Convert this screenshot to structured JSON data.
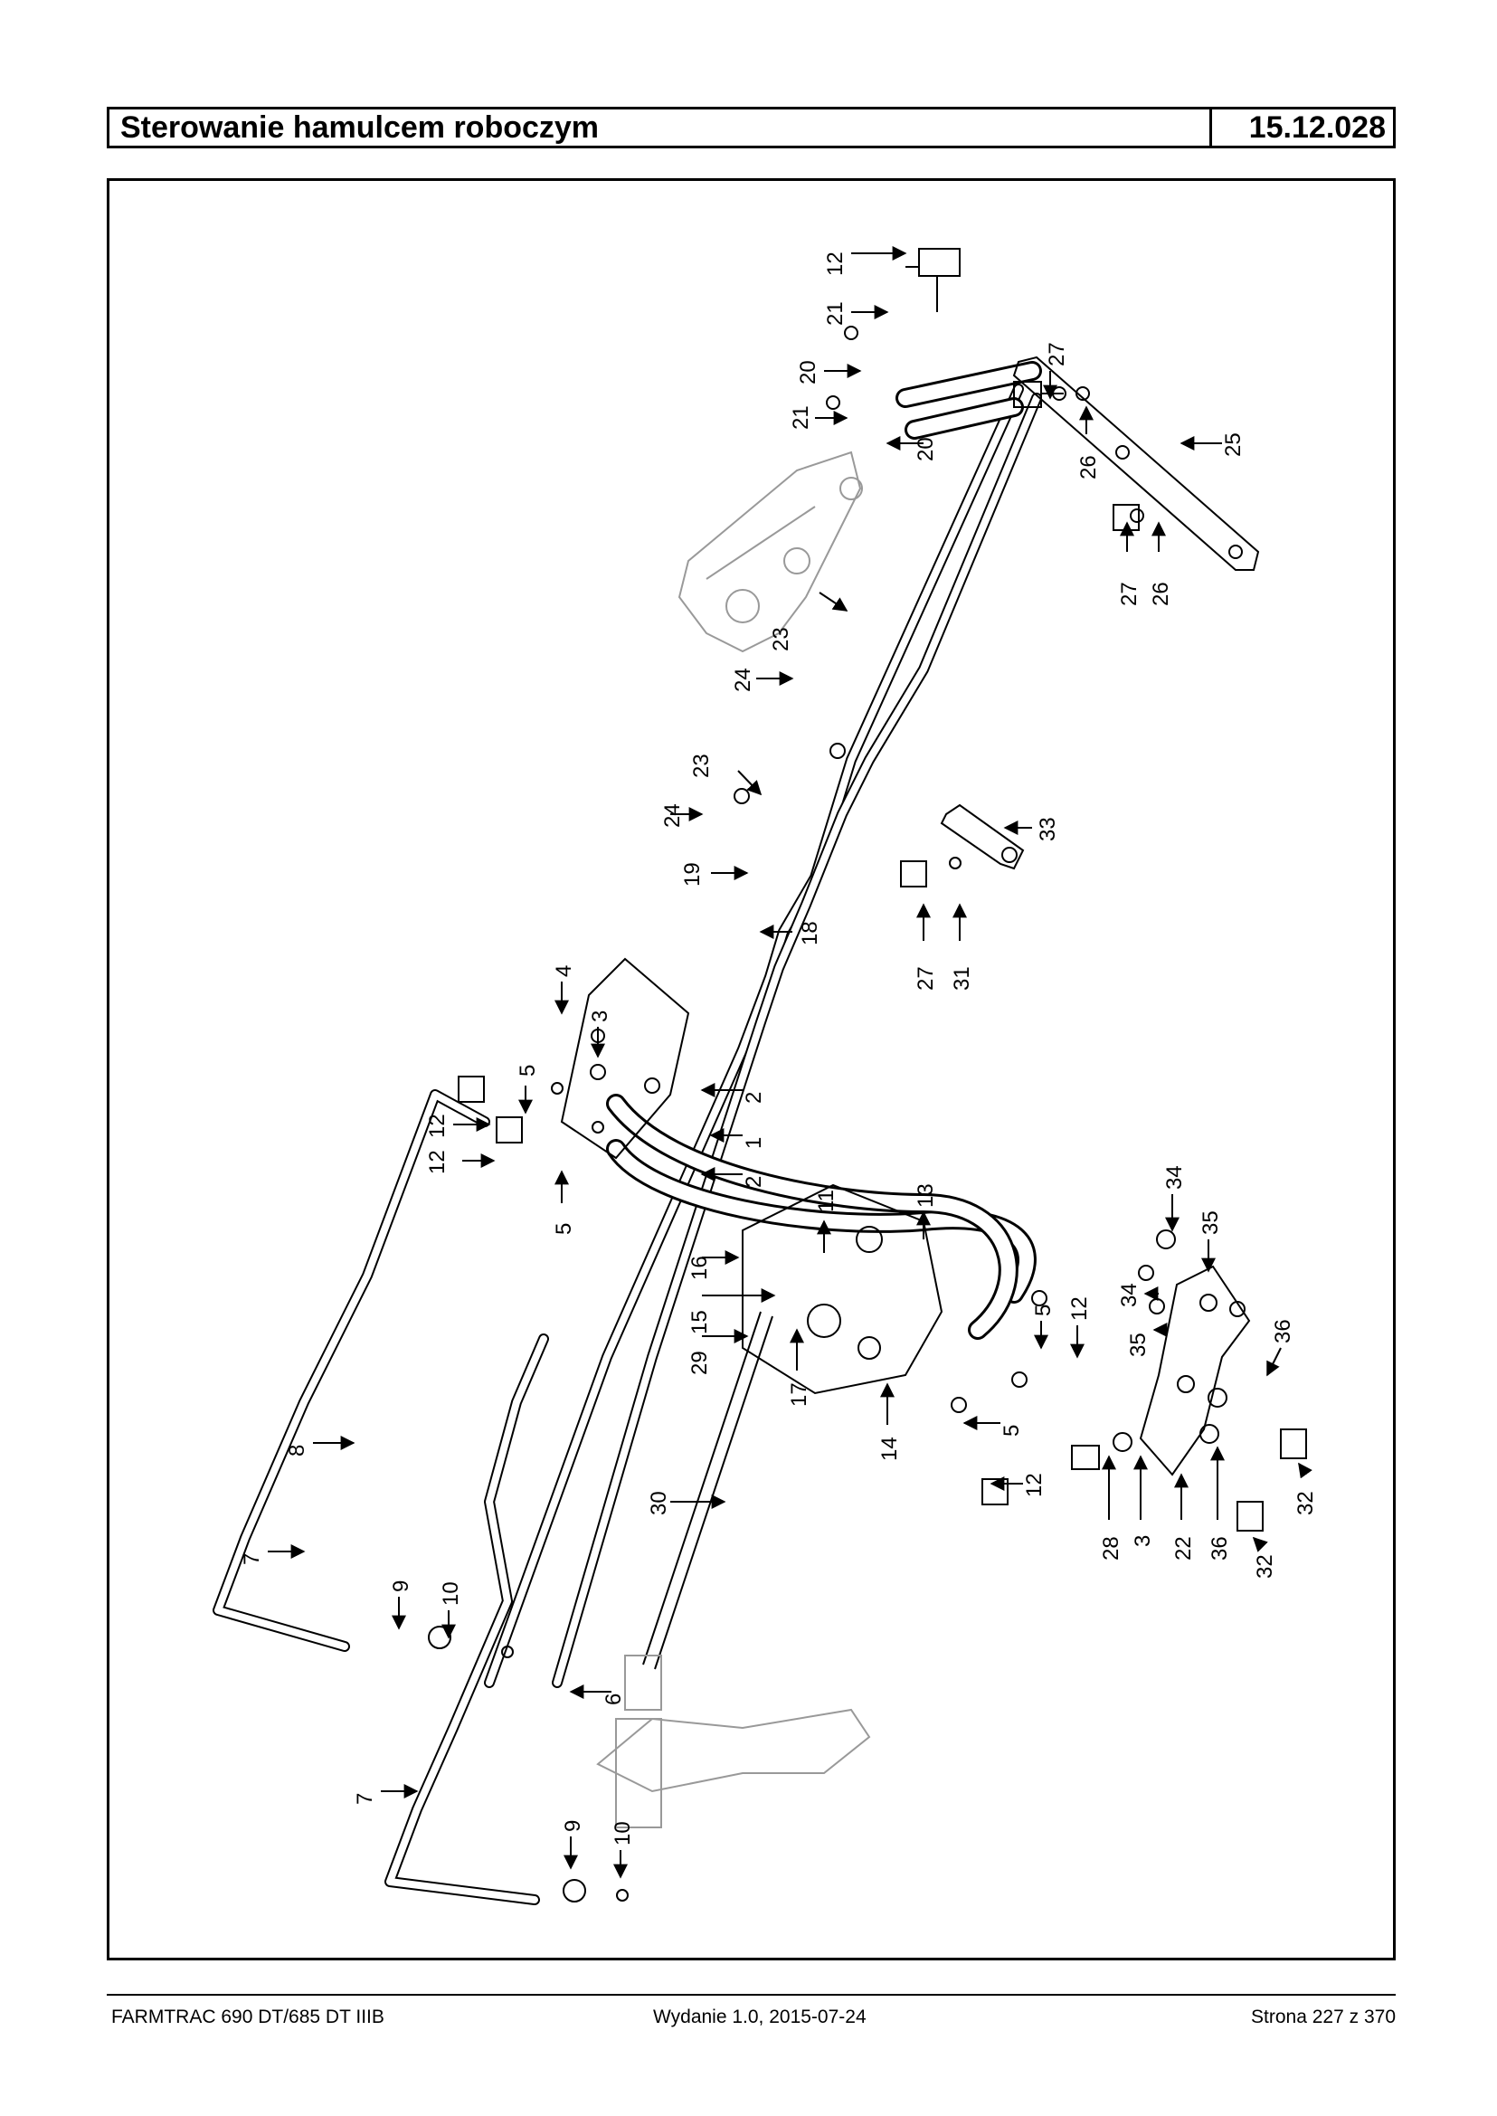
{
  "header": {
    "title": "Sterowanie hamulcem roboczym",
    "code": "15.12.028"
  },
  "footer": {
    "model": "FARMTRAC 690 DT/685 DT IIIB",
    "edition": "Wydanie 1.0,  2015-07-24",
    "page": "Strona 227 z 370"
  },
  "callouts": [
    "12",
    "21",
    "20",
    "21",
    "20",
    "27",
    "26",
    "25",
    "27",
    "26",
    "23",
    "24",
    "23",
    "24",
    "33",
    "19",
    "18",
    "27",
    "31",
    "4",
    "3",
    "5",
    "2",
    "12",
    "1",
    "12",
    "2",
    "5",
    "11",
    "13",
    "16",
    "15",
    "29",
    "17",
    "5",
    "12",
    "34",
    "35",
    "34",
    "35",
    "36",
    "14",
    "5",
    "12",
    "8",
    "7",
    "9",
    "10",
    "30",
    "28",
    "3",
    "22",
    "36",
    "32",
    "32",
    "6",
    "7",
    "9",
    "10"
  ]
}
